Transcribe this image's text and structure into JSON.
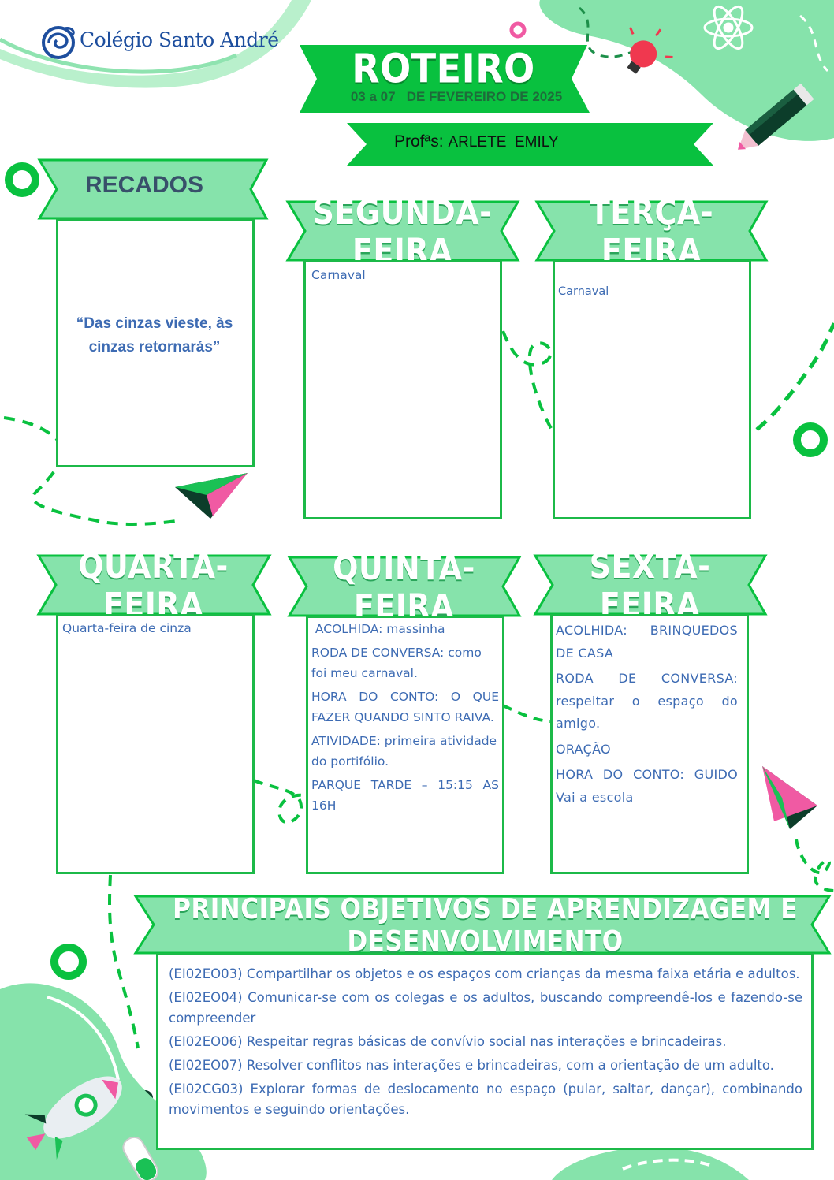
{
  "header": {
    "school_name": "Colégio Santo André",
    "title": "ROTEIRO",
    "date_range": "03 a 07   DE FEVEREIRO DE 2025",
    "teachers_label": "Profªs:",
    "teachers_names": "ARLETE  EMILY"
  },
  "recados": {
    "title": "RECADOS",
    "message": "“Das cinzas vieste, às cinzas retornarás”"
  },
  "days": {
    "monday": {
      "title": "SEGUNDA-FEIRA",
      "items": [
        "Carnaval"
      ]
    },
    "tuesday": {
      "title": "TERÇA-FEIRA",
      "items": [
        "Carnaval"
      ]
    },
    "wednesday": {
      "title": "QUARTA-FEIRA",
      "items": [
        "Quarta-feira de cinza"
      ]
    },
    "thursday": {
      "title": "QUINTA-FEIRA",
      "items": [
        " ACOLHIDA: massinha",
        "RODA DE CONVERSA: como foi meu carnaval.",
        "HORA DO CONTO: O QUE FAZER QUANDO SINTO RAIVA.",
        "ATIVIDADE: primeira atividade do portifólio.",
        "PARQUE TARDE – 15:15 AS 16H"
      ]
    },
    "friday": {
      "title": "SEXTA-FEIRA",
      "items": [
        "ACOLHIDA: BRINQUEDOS DE CASA",
        "RODA DE CONVERSA: respeitar o espaço do amigo.",
        "ORAÇÃO",
        "HORA DO CONTO: GUIDO Vai a escola"
      ]
    }
  },
  "objectives": {
    "title": "PRINCIPAIS OBJETIVOS DE APRENDIZAGEM E DESENVOLVIMENTO",
    "items": [
      "(EI02EO03) Compartilhar os objetos e os espaços com crianças da mesma faixa etária e adultos.",
      "(EI02EO04) Comunicar-se com os colegas e os adultos, buscando compreendê-los e fazendo-se compreender",
      "(EI02EO06) Respeitar regras básicas de convívio social nas interações e brincadeiras.",
      "(EI02EO07) Resolver conflitos nas interações e brincadeiras, com a orientação de um adulto.",
      "(EI02CG03) Explorar formas de deslocamento no espaço (pular, saltar, dançar), combinando movimentos e seguindo orientações."
    ]
  },
  "colors": {
    "dark_green": "#09c13f",
    "light_green": "#86e3ab",
    "box_border": "#1cb948",
    "text_blue": "#3d6bb3",
    "recados_text": "#38506a"
  },
  "icons": [
    "logo-swirl-icon",
    "light-bulb-icon",
    "pencil-icon",
    "atom-icon",
    "paper-plane-icon",
    "rocket-icon",
    "test-tube-icon"
  ]
}
